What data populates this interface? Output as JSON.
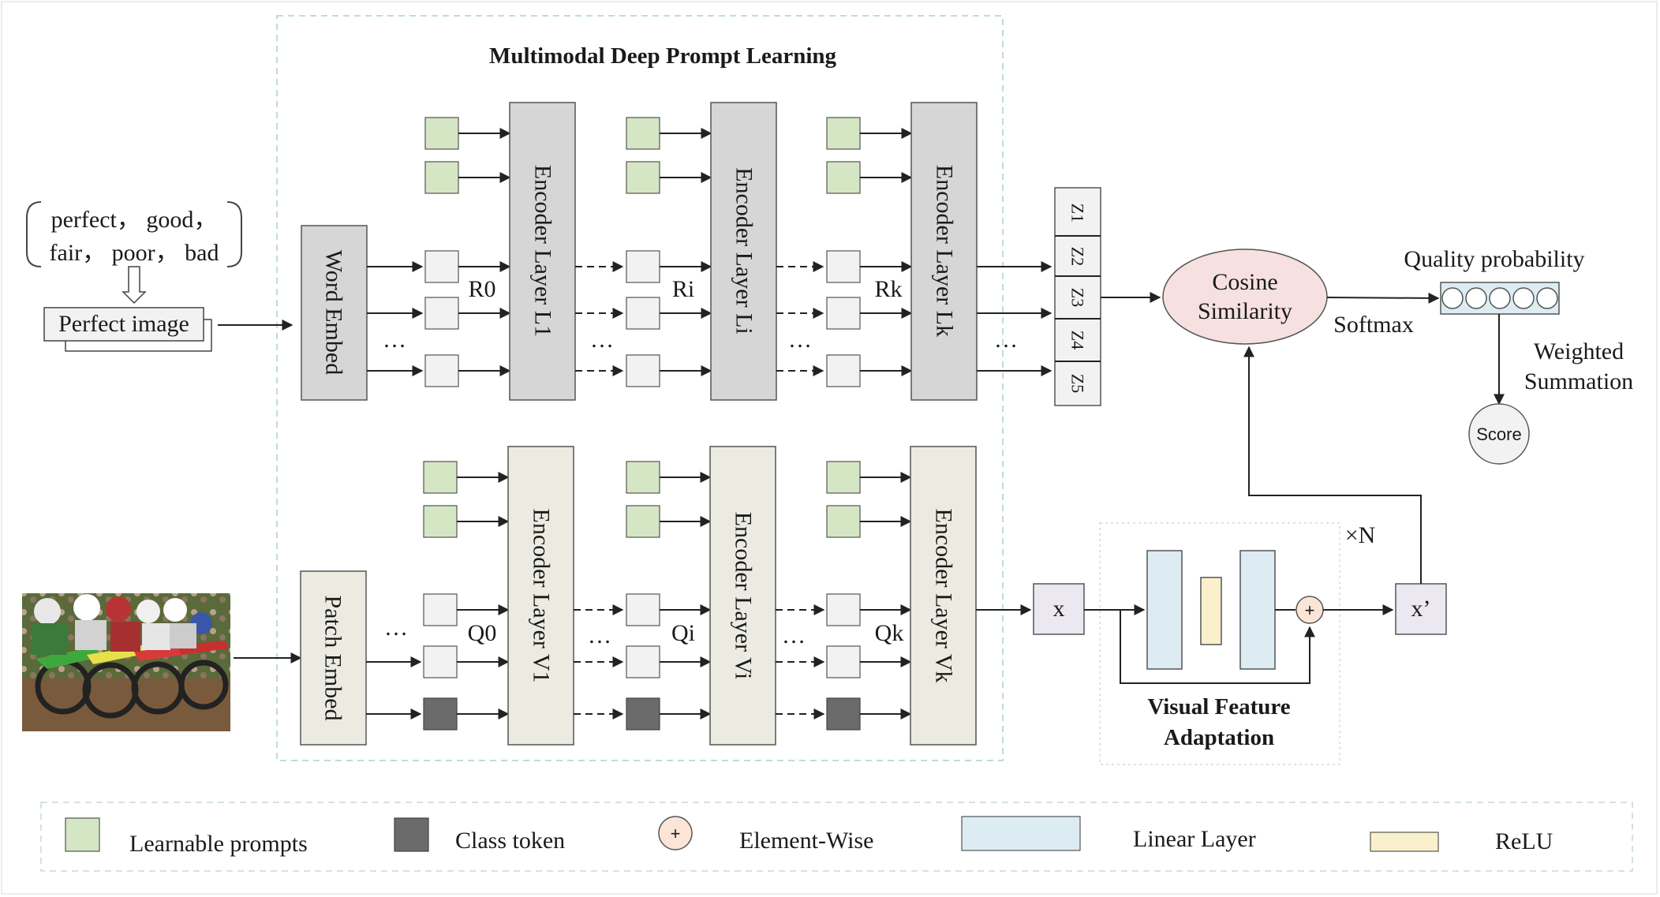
{
  "title": "Multimodal Deep Prompt Learning",
  "text_input": {
    "line1": "perfect， good，",
    "line2": "fair， poor， bad",
    "template": "Perfect image"
  },
  "word_embed": "Word Embed",
  "patch_embed": "Patch Embed",
  "text_encoders": [
    "Encoder Layer L1",
    "Encoder Layer Li",
    "Encoder Layer Lk"
  ],
  "vision_encoders": [
    "Encoder Layer V1",
    "Encoder Layer Vi",
    "Encoder Layer Vk"
  ],
  "text_prompts": [
    "R0",
    "Ri",
    "Rk"
  ],
  "vision_prompts": [
    "Q0",
    "Qi",
    "Qk"
  ],
  "ellipsis": "…",
  "z_tokens": [
    "Z1",
    "Z2",
    "Z3",
    "Z4",
    "Z5"
  ],
  "cosine": {
    "line1": "Cosine",
    "line2": "Similarity"
  },
  "softmax": "Softmax",
  "quality_probability": "Quality probability",
  "weighted_summation": {
    "line1": "Weighted",
    "line2": "Summation"
  },
  "score": "Score",
  "x_in": "x",
  "x_out": "x’",
  "repeat": "×N",
  "plus": "+",
  "vfa": {
    "line1": "Visual Feature",
    "line2": "Adaptation"
  },
  "legend": {
    "learnable": "Learnable prompts",
    "class_token": "Class token",
    "element_wise": "Element-Wise",
    "linear": "Linear Layer",
    "relu": "ReLU"
  },
  "colors": {
    "learnable_prompt": "#d5e6c4",
    "class_token": "#6b6b6b",
    "text_encoder": "#d6d6d6",
    "vision_encoder": "#ecebe2",
    "cosine": "#f6e0e0",
    "linear": "#dcecf2",
    "relu": "#fbf0cc",
    "plus": "#fbe5d6",
    "token": "#f2f2f2",
    "x_box": "#ebe8f2"
  }
}
